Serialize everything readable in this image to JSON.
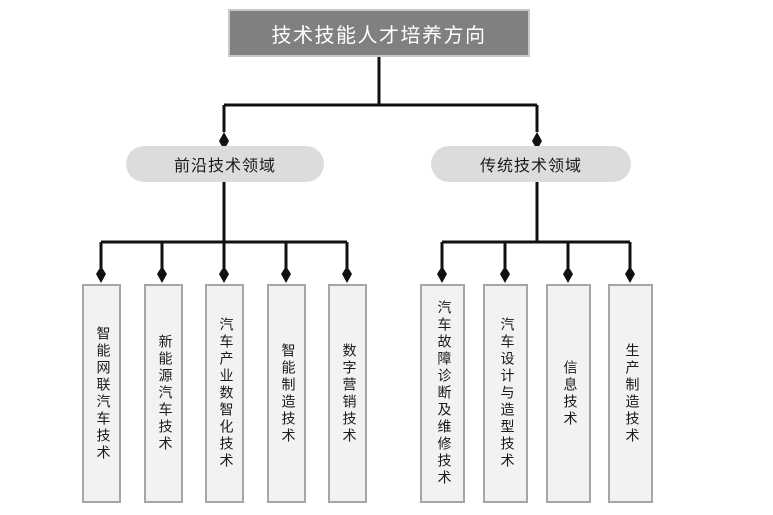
{
  "diagram": {
    "title": "技术技能人才培养方向",
    "root": {
      "label": "技术技能人才培养方向"
    },
    "categories": [
      {
        "label": "前沿技术领域"
      },
      {
        "label": "传统技术领域"
      }
    ],
    "leaves": [
      {
        "label": "智能网联汽车技术",
        "parent": "前沿技术领域"
      },
      {
        "label": "新能源汽车技术",
        "parent": "前沿技术领域"
      },
      {
        "label": "汽车产业数智化技术",
        "parent": "前沿技术领域"
      },
      {
        "label": "智能制造技术",
        "parent": "前沿技术领域"
      },
      {
        "label": "数字营销技术",
        "parent": "前沿技术领域"
      },
      {
        "label": "汽车故障诊断及维修技术",
        "parent": "传统技术领域"
      },
      {
        "label": "汽车设计与造型技术",
        "parent": "传统技术领域"
      },
      {
        "label": "信息技术",
        "parent": "传统技术领域"
      },
      {
        "label": "生产制造技术",
        "parent": "传统技术领域"
      }
    ],
    "colors": {
      "root_fill": "#808080",
      "root_border": "#c8c8c8",
      "root_text": "#ffffff",
      "category_fill": "#dcdcdc",
      "leaf_fill": "#f2f2f2",
      "leaf_border": "#a6a6a6",
      "connector": "#111111",
      "background": "#ffffff"
    }
  }
}
